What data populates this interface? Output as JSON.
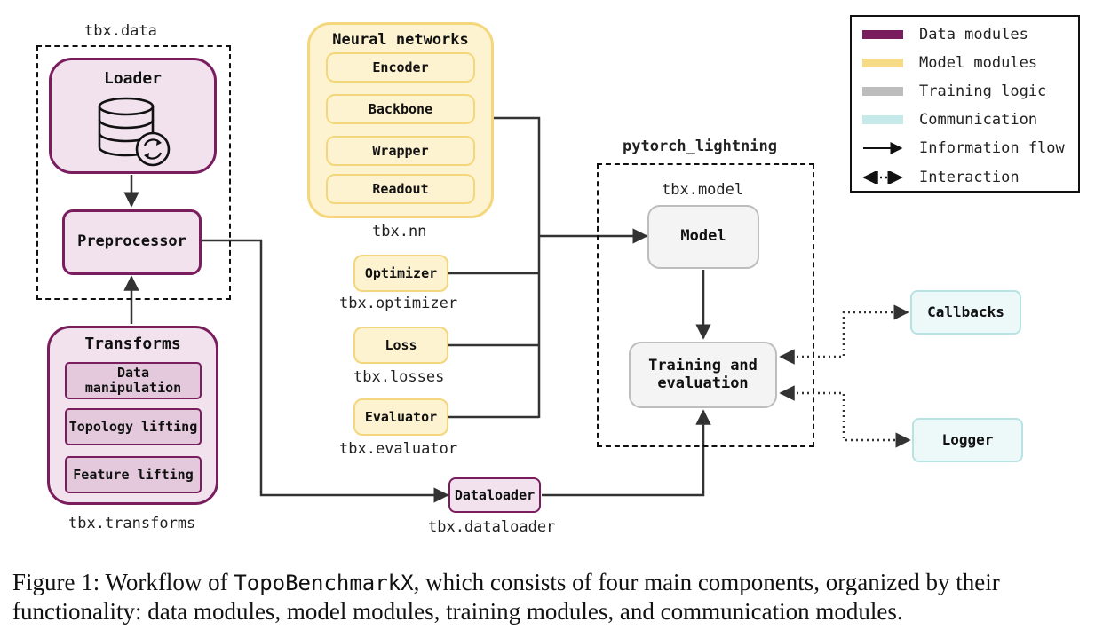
{
  "diagram": {
    "data_group": {
      "package": "tbx.data",
      "loader": "Loader",
      "preprocessor": "Preprocessor"
    },
    "transforms_group": {
      "title": "Transforms",
      "items": [
        "Data manipulation",
        "Topology lifting",
        "Feature lifting"
      ],
      "package": "tbx.transforms"
    },
    "nn_group": {
      "title": "Neural networks",
      "items": [
        "Encoder",
        "Backbone",
        "Wrapper",
        "Readout"
      ],
      "package": "tbx.nn"
    },
    "optimizer": {
      "label": "Optimizer",
      "package": "tbx.optimizer"
    },
    "loss": {
      "label": "Loss",
      "package": "tbx.losses"
    },
    "evaluator": {
      "label": "Evaluator",
      "package": "tbx.evaluator"
    },
    "dataloader": {
      "label": "Dataloader",
      "package": "tbx.dataloader"
    },
    "lightning_group": {
      "title": "pytorch_lightning",
      "model_package": "tbx.model",
      "model": "Model",
      "training": "Training and evaluation"
    },
    "callbacks": "Callbacks",
    "logger": "Logger"
  },
  "legend": {
    "items": [
      {
        "label": "Data modules",
        "color": "#7a1d5f"
      },
      {
        "label": "Model modules",
        "color": "#f6dc86"
      },
      {
        "label": "Training logic",
        "color": "#bdbdbd"
      },
      {
        "label": "Communication",
        "color": "#c6eaea"
      },
      {
        "label": "Information flow",
        "icon": "solid-arrow-icon"
      },
      {
        "label": "Interaction",
        "icon": "dotted-double-arrow-icon"
      }
    ]
  },
  "caption": {
    "prefix": "Figure 1:",
    "text_before": " Workflow of ",
    "name": "TopoBenchmarkX",
    "text_after": ", which consists of four main components, organized by their functionality: data modules, model modules, training modules, and communication modules."
  }
}
